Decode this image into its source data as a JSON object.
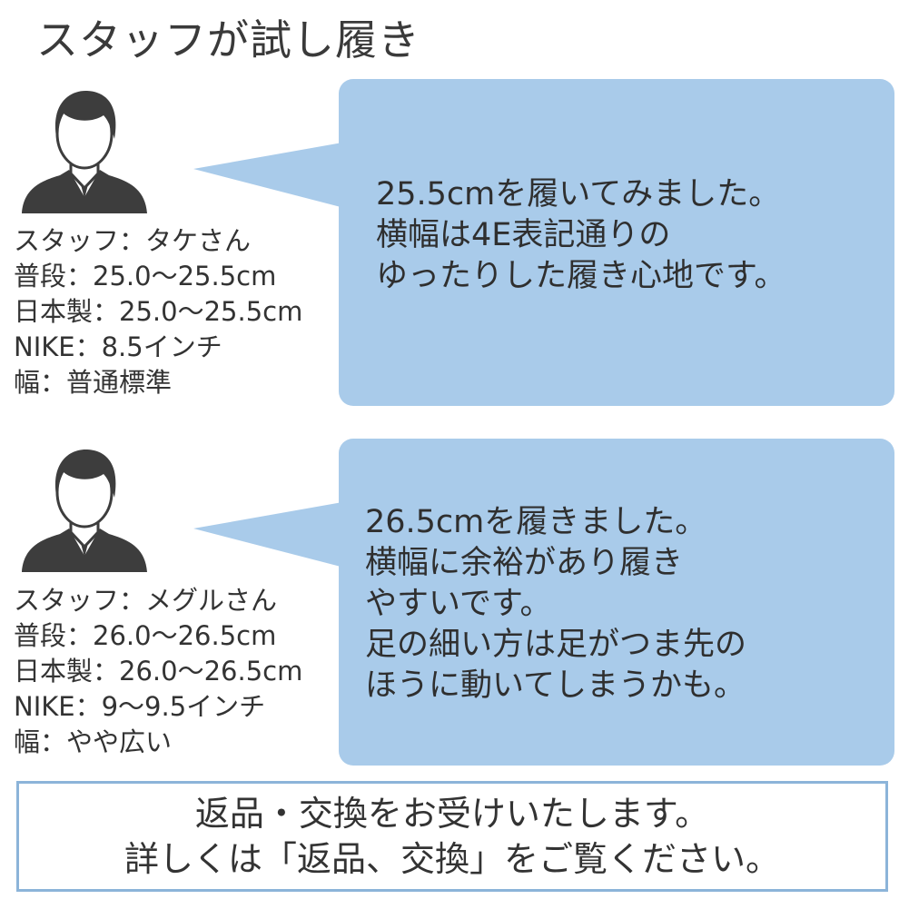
{
  "title": "スタッフが試し履き",
  "staff": [
    {
      "lines": [
        "スタッフ：タケさん",
        "普段：25.0〜25.5cm",
        "日本製：25.0〜25.5cm",
        "NIKE：8.5インチ",
        "幅：普通標準"
      ],
      "comment": [
        "25.5cmを履いてみました。",
        "横幅は4E表記通りの",
        "ゆったりした履き心地です。"
      ]
    },
    {
      "lines": [
        "スタッフ：メグルさん",
        "普段：26.0〜26.5cm",
        "日本製：26.0〜26.5cm",
        "NIKE：9〜9.5インチ",
        "幅：やや広い"
      ],
      "comment": [
        "26.5cmを履きました。",
        "横幅に余裕があり履き",
        "やすいです。",
        "足の細い方は足がつま先の",
        "ほうに動いてしまうかも。"
      ]
    }
  ],
  "notice": [
    "返品・交換をお受けいたします。",
    "詳しくは「返品、交換」をご覧ください。"
  ],
  "colors": {
    "bubble": "#a9cbea",
    "border": "#8cb4d9",
    "avatar": "#3d3d3d"
  }
}
